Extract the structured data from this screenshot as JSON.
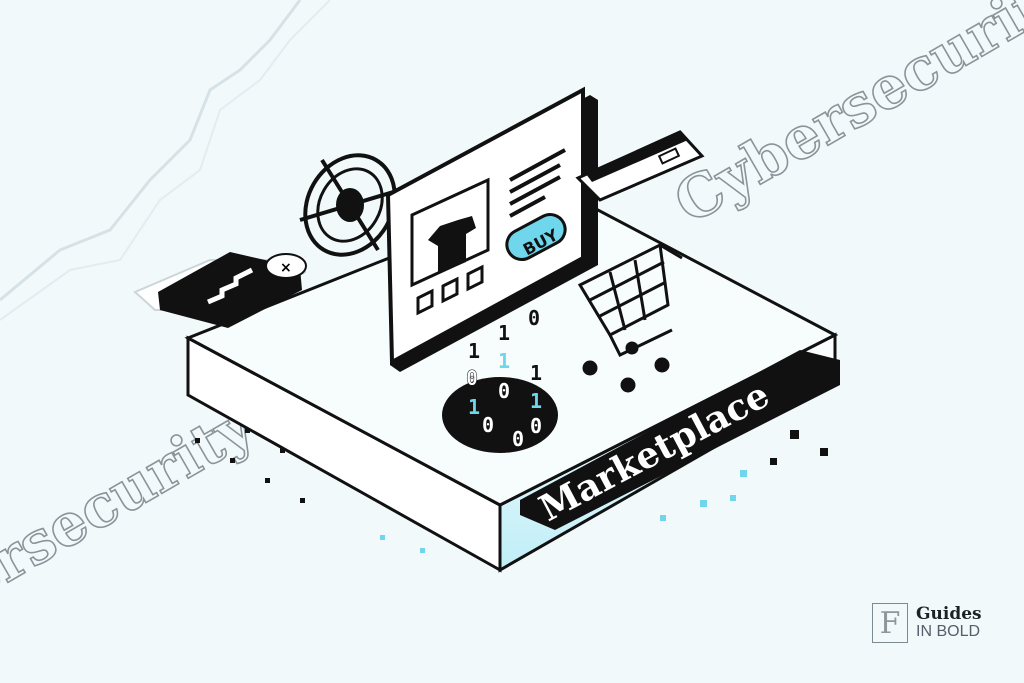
{
  "labels": {
    "cyber_top": "Cybersecurity",
    "cyber_bottom": "Cybersecurity",
    "marketplace": "Marketplace",
    "buy_button": "BUY"
  },
  "binary": [
    "1",
    "1",
    "0",
    "1",
    "1",
    "0",
    "0",
    "1",
    "1",
    "0",
    "0",
    "0"
  ],
  "logo": {
    "mark": "F",
    "line1": "Guides",
    "line2": "IN BOLD"
  },
  "colors": {
    "background": "#f1f9fb",
    "accent": "#6fd6ec",
    "ink": "#111111"
  }
}
